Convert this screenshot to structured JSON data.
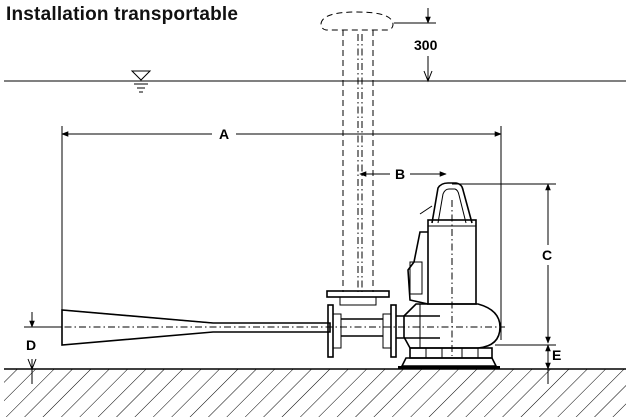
{
  "title": "Installation transportable",
  "dimensions": {
    "A": "A",
    "B": "B",
    "C": "C",
    "D": "D",
    "E": "E",
    "clearance": "300"
  }
}
